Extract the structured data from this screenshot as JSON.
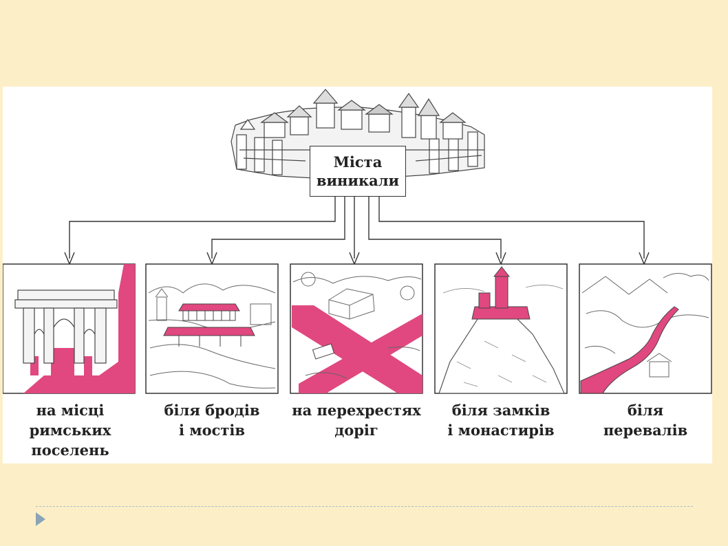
{
  "root": {
    "line1": "Міста",
    "line2": "виникали"
  },
  "colors": {
    "background": "#fcefc7",
    "accent": "#e0487f",
    "ink": "#333333"
  },
  "branches": [
    {
      "id": "roman",
      "picture": "roman-arch",
      "lines": [
        "на місці",
        "римських",
        "поселень"
      ]
    },
    {
      "id": "fords",
      "picture": "bridge",
      "lines": [
        "біля бродів",
        "і мостів"
      ]
    },
    {
      "id": "crossroads",
      "picture": "crossroads",
      "lines": [
        "на перехрестях",
        "доріг"
      ]
    },
    {
      "id": "castles",
      "picture": "castle",
      "lines": [
        "біля замків",
        "і монастирів"
      ]
    },
    {
      "id": "passes",
      "picture": "mountain-pass",
      "lines": [
        "біля",
        "перевалів"
      ]
    }
  ]
}
